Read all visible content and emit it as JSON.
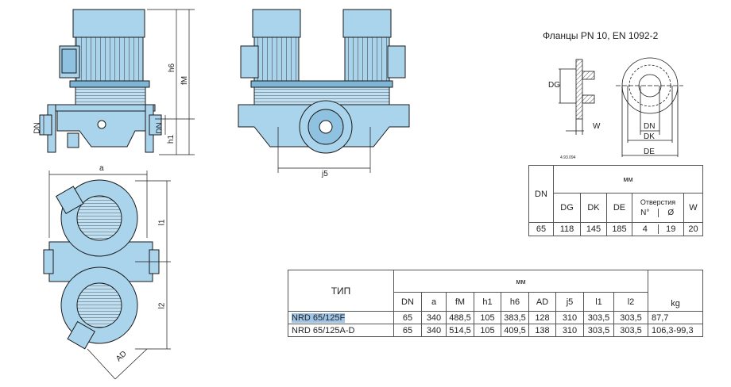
{
  "drawing_labels": {
    "dn_left": "DN",
    "dn_right": "DN",
    "h1": "h1",
    "h6": "h6",
    "fM": "fM",
    "j5": "j5",
    "a": "a",
    "l1": "l1",
    "l2": "l2",
    "AD": "AD"
  },
  "flange": {
    "title": "Фланцы  PN 10, EN 1092-2",
    "labels": {
      "DG": "DG",
      "W": "W",
      "DN": "DN",
      "DK": "DK",
      "DE": "DE"
    },
    "drawing_code": "4.93.094",
    "table": {
      "unit": "мм",
      "headers": {
        "DN": "DN",
        "DG": "DG",
        "DK": "DK",
        "DE": "DE",
        "holes": "Отверстия",
        "N": "N°",
        "D": "Ø",
        "W": "W"
      },
      "row": {
        "DN": "65",
        "DG": "118",
        "DK": "145",
        "DE": "185",
        "N": "4",
        "D": "19",
        "W": "20"
      }
    }
  },
  "main_table": {
    "type_header": "ТИП",
    "unit": "мм",
    "kg_header": "kg",
    "columns": [
      "DN",
      "a",
      "fM",
      "h1",
      "h6",
      "AD",
      "j5",
      "l1",
      "l2"
    ],
    "rows": [
      {
        "type": "NRD 65/125F",
        "values": [
          "65",
          "340",
          "488,5",
          "105",
          "383,5",
          "128",
          "310",
          "303,5",
          "303,5"
        ],
        "kg": "87,7",
        "selected": true
      },
      {
        "type": "NRD 65/125A-D",
        "values": [
          "65",
          "340",
          "514,5",
          "105",
          "409,5",
          "138",
          "310",
          "303,5",
          "303,5"
        ],
        "kg": "106,3-99,3",
        "selected": false
      }
    ]
  },
  "colors": {
    "pump_fill": "#a9d4ec",
    "line": "#1a1a1a",
    "selection": "#9ec5e8"
  }
}
